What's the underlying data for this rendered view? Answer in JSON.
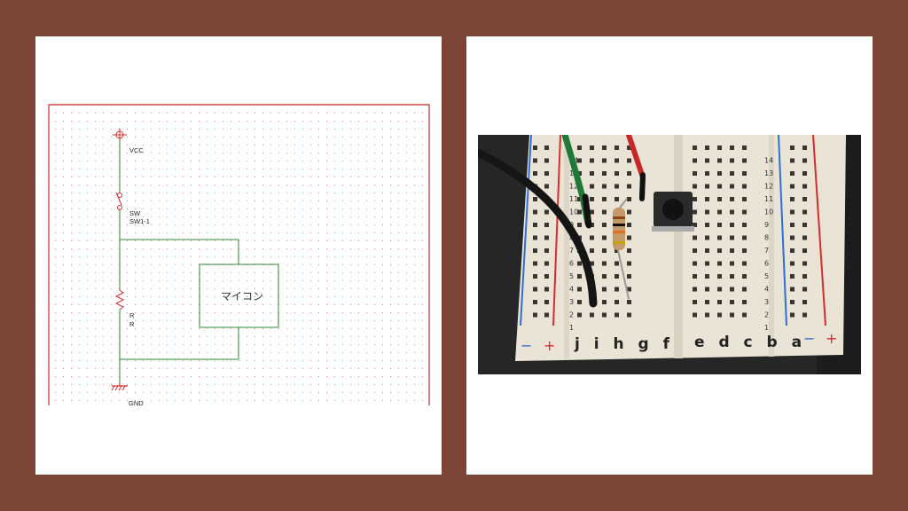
{
  "schematic": {
    "labels": {
      "vcc": "VCC",
      "sw_name": "SW",
      "sw_ref": "SW1-1",
      "r_name": "R",
      "r_ref": "R",
      "gnd": "GND",
      "mcu": "マイコン"
    },
    "colors": {
      "border": "#c62828",
      "grid_dot": "#e57373",
      "wire": "#2e8b3a",
      "component": "#d32f2f"
    }
  },
  "breadboard": {
    "letters_left": "j i h g f",
    "letters_right": "e d c b a",
    "rail_minus": "−",
    "rail_plus": "+",
    "row_numbers": [
      "1",
      "2",
      "3",
      "4",
      "5",
      "6",
      "7",
      "8",
      "9",
      "10",
      "11",
      "12",
      "13",
      "14"
    ]
  }
}
